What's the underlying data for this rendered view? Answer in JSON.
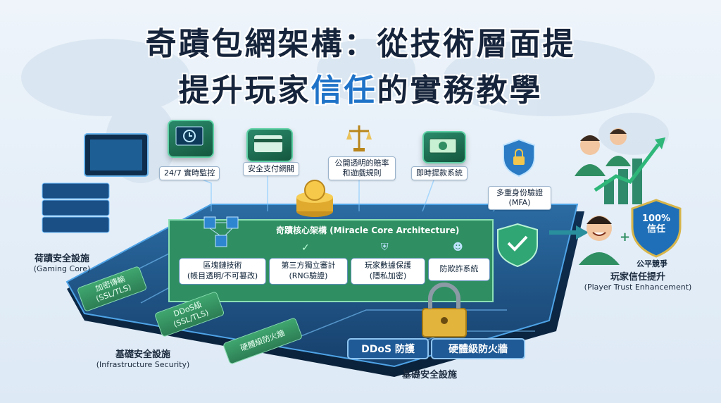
{
  "title": {
    "line1": "奇蹟包網架構：從技術層面提",
    "line2a": "提升玩家",
    "line2b": "信任",
    "line2c": "的實務教學"
  },
  "features": [
    {
      "label": "24/7 實時監控"
    },
    {
      "label": "安全支付網關"
    },
    {
      "label": "公開透明的賠率和遊戲規則"
    },
    {
      "label": "即時提款系統"
    },
    {
      "label": "多重身份驗證 (MFA)"
    }
  ],
  "core": {
    "title": "奇蹟核心架構 (Miracle Core Architecture)",
    "cards": [
      {
        "line1": "區塊鏈技術",
        "line2": "(帳目透明/不可篡改)"
      },
      {
        "line1": "第三方獨立審計",
        "line2": "(RNG驗證)"
      },
      {
        "line1": "玩家數據保護",
        "line2": "(隱私加密)"
      },
      {
        "line1": "防欺詐系統",
        "line2": ""
      }
    ]
  },
  "left_caption": {
    "title": "荷蹟安全設施",
    "subtitle": "(Gaming Core)"
  },
  "infra_chips": [
    {
      "line1": "加密傳輸",
      "line2": "(SSL/TLS)"
    },
    {
      "line1": "DDoS級",
      "line2": "(SSL/TLS)"
    },
    {
      "line1": "硬體級防火牆",
      "line2": ""
    }
  ],
  "infra_caption": {
    "title": "基礎安全設施",
    "subtitle": "(Infrastructure Security)"
  },
  "bottom_chips": [
    "DDoS 防護",
    "硬體級防火牆"
  ],
  "bottom_caption": "基礎安全設施",
  "trust": {
    "badge_pct": "100%",
    "badge_word": "信任",
    "fair": "公平競爭",
    "title": "玩家信任提升",
    "subtitle": "(Player Trust Enhancement)"
  }
}
